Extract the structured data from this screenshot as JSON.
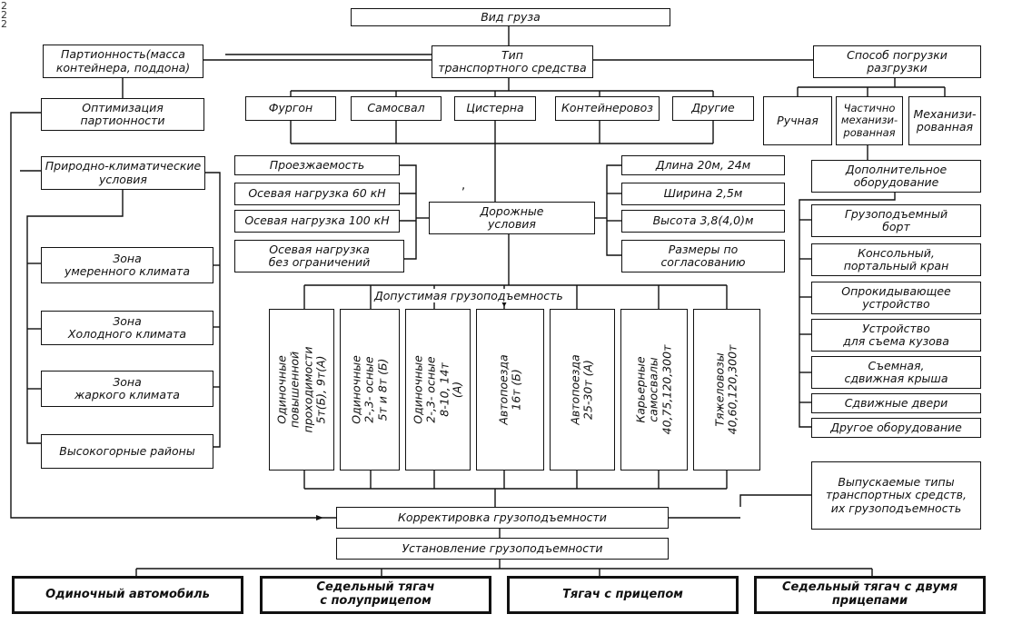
{
  "top": {
    "cargo_type": "Вид груза"
  },
  "left": {
    "batch": "Партионность(масса\nконтейнера, поддона)",
    "optimization": "Оптимизация\nпартионности",
    "climate": "Природно-климатические\nусловия",
    "zone_temperate": "Зона\nумеренного климата",
    "zone_cold": "Зона\nХолодного климата",
    "zone_hot": "Зона\nжаркого климата",
    "highland": "Высокогорные районы"
  },
  "vehicle_type": {
    "title": "Тип\nтранспортного средства",
    "types": [
      "Фургон",
      "Самосвал",
      "Цистерна",
      "Контейнеровоз",
      "Другие"
    ]
  },
  "loading": {
    "title": "Способ погрузки\nразгрузки",
    "manual": "Ручная",
    "partial": "Частично\nмеханизи-\nрованная",
    "mechanized": "Механизи-\nрованная"
  },
  "equipment": {
    "title": "Дополнительное\nоборудование",
    "items": [
      "Грузоподъемный\nборт",
      "Консольный,\nпортальный кран",
      "Опрокидывающее\nустройство",
      "Устройство\nдля съема кузова",
      "Съемная,\nсдвижная крыша",
      "Сдвижные двери",
      "Другое оборудование"
    ]
  },
  "road": {
    "title": "Дорожные\nусловия",
    "left_items": [
      "Проезжаемость",
      "Осевая нагрузка 60 кН",
      "Осевая нагрузка 100 кН",
      "Осевая нагрузка\nбез ограничений"
    ],
    "right_items": [
      "Длина 20м, 24м",
      "Ширина 2,5м",
      "Высота 3,8(4,0)м",
      "Размеры по\nсогласованию"
    ]
  },
  "capacity": {
    "title": "Допустимая грузоподъемность",
    "columns": [
      "Одиночные\nповышенной\nпроходимости\n5т(Б), 9т(А)",
      "Одиночные\n2-,3- осные\n5т и 8т (Б)",
      "Одиночные\n2-,3- осные\n8-10, 14т (А)",
      "Автопоезда\n16т (Б)",
      "Автопоезда\n25-30т (А)",
      "Карьерные\nсамосвалы\n40,75,120,300т",
      "Тяжеловозы\n40,60,120,300т"
    ]
  },
  "produced": "Выпускаемые типы\nтранспортных средств,\nих грузоподъемность",
  "correction": "Корректировка грузоподъемности",
  "establish": "Установление грузоподъемности",
  "outputs": [
    "Одиночный автомобиль",
    "Седельный тягач\nс полуприцепом",
    "Тягач с прицепом",
    "Седельный тягач с двумя\nприцепами"
  ],
  "margin_mark": "2\n2\n2"
}
